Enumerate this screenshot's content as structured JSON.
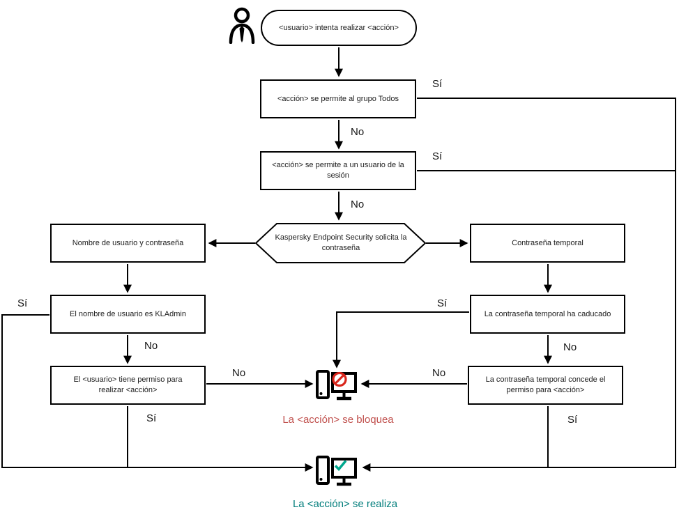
{
  "labels": {
    "yes": "Sí",
    "no": "No"
  },
  "colors": {
    "line": "#000000",
    "blocked_text": "#c0504d",
    "blocked_icon_red": "#d9261c",
    "success_text": "#007d7b",
    "success_icon_teal": "#00a88e"
  },
  "nodes": {
    "start": "<usuario> intenta realizar <acción>",
    "allow_all": "<acción> se permite al grupo Todos",
    "allow_session": "<acción> se permite a un usuario de la sesión",
    "ask_password": "Kaspersky Endpoint Security solicita la contraseña",
    "user_pass": "Nombre de usuario y contraseña",
    "temp_pass": "Contraseña temporal",
    "is_kladmin": "El nombre de usuario es KLAdmin",
    "temp_expired": "La contraseña temporal ha caducado",
    "user_has_perm": "El <usuario> tiene permiso para realizar <acción>",
    "temp_grants": "La contraseña temporal concede el permiso para <acción>",
    "blocked_caption": "La <acción> se bloquea",
    "performed_caption": "La <acción> se realiza"
  }
}
